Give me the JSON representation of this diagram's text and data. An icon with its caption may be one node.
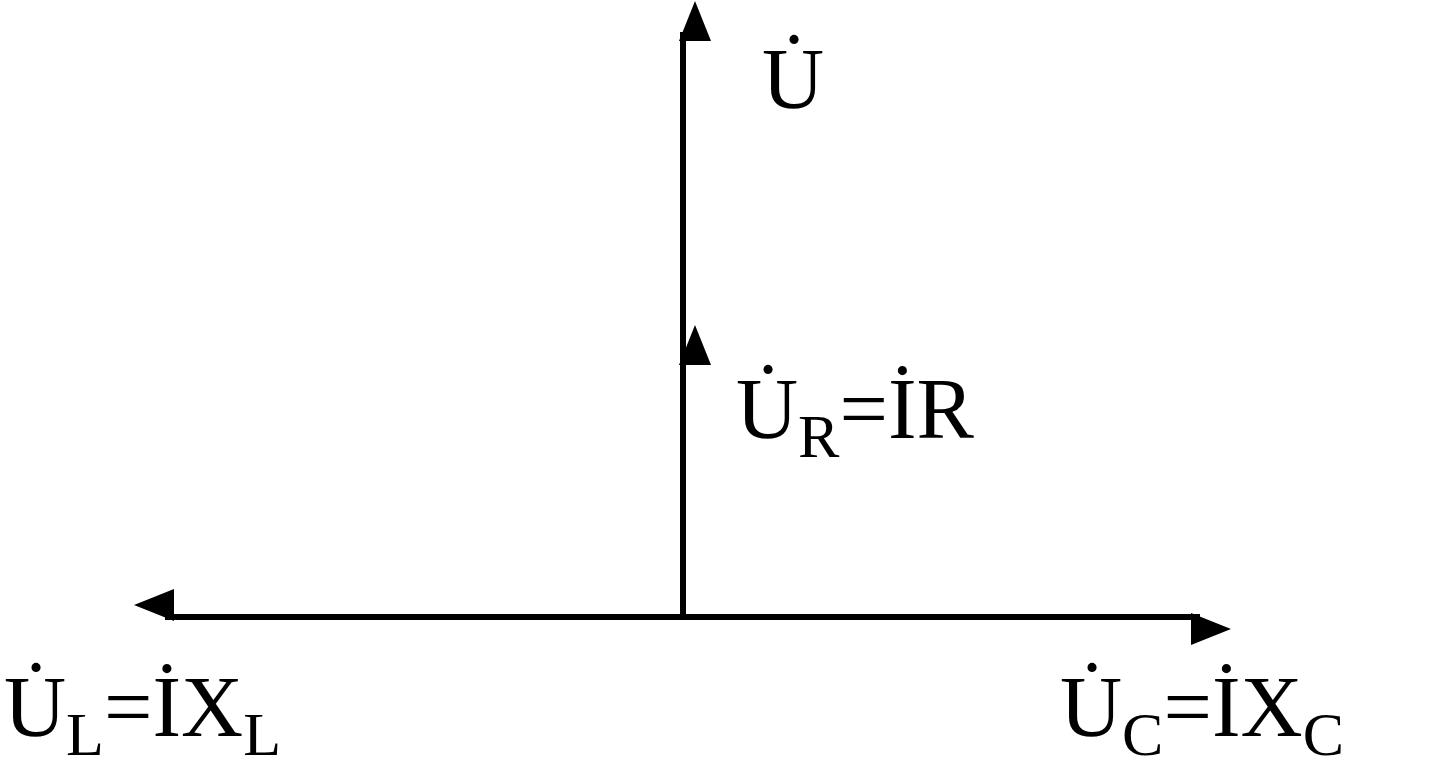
{
  "diagram": {
    "labels": [
      "U̇",
      "U̇$_{R}$=İR",
      "U̇$_{L}$=İX$_{L}$",
      "U̇$_{C}$=İX$_{C}$"
    ]
  }
}
